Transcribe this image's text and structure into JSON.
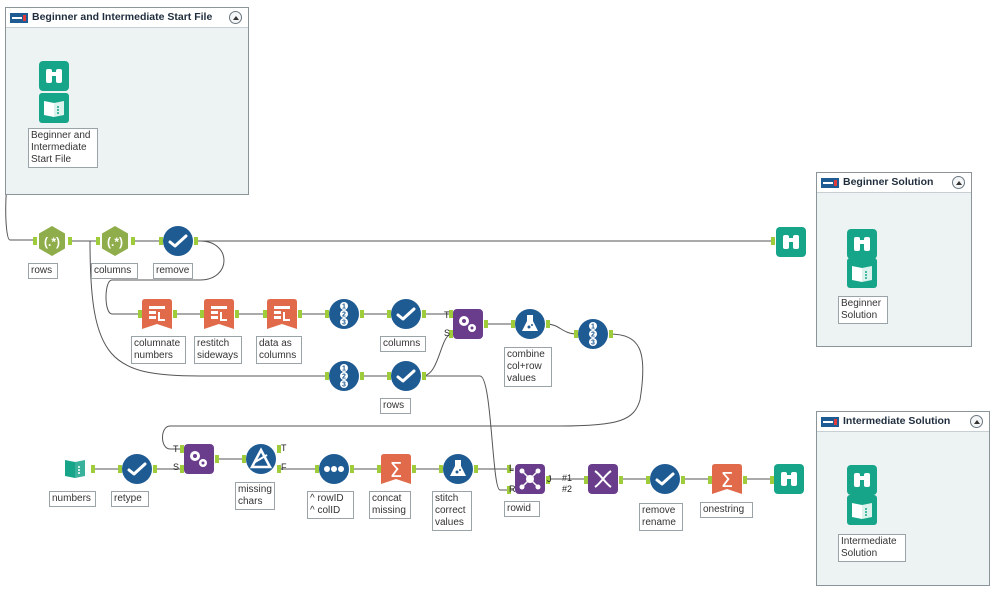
{
  "containers": {
    "start_file": {
      "title": "Beginner and  Intermediate Start File"
    },
    "beginner": {
      "title": "Beginner Solution"
    },
    "intermediate": {
      "title": "Intermediate Solution"
    }
  },
  "labels": {
    "start_file": "Beginner and\nIntermediate\nStart File",
    "beginner_solution": "Beginner\nSolution",
    "intermediate_solution": "Intermediate\nSolution",
    "rows_top": "rows",
    "columns_top": "columns",
    "remove": "remove",
    "columnate_numbers": "columnate\nnumbers",
    "restitch_sideways": "restitch\nsideways",
    "data_as_columns": "data as\ncolumns",
    "columns_mid": "columns",
    "rows_mid": "rows",
    "combine": "combine\ncol+row\nvalues",
    "numbers": "numbers",
    "retype": "retype",
    "missing_chars": "missing\nchars",
    "rowid_colid": "^ rowID\n^ colID",
    "concat_missing": "concat\nmissing",
    "stitch": "stitch\ncorrect\nvalues",
    "rowid": "rowid",
    "remove_rename": "remove\nrename",
    "onestring": "onestring"
  },
  "anchors": {
    "t": "T",
    "f": "F",
    "s": "S",
    "l": "L",
    "j": "J",
    "r": "R",
    "hash1": "#1",
    "hash2": "#2"
  },
  "regex_glyph": "(.*)",
  "record_glyphs": [
    "1",
    "2",
    "3"
  ],
  "colors": {
    "browse": "#17a589",
    "input": "#17a589",
    "regex": "#8fad4a",
    "select": "#1f5b93",
    "transform": "#e06a4a",
    "join": "#6a3d8c",
    "formula": "#1f5b93",
    "connector": "#555555",
    "anchor": "#9fcc3b"
  }
}
